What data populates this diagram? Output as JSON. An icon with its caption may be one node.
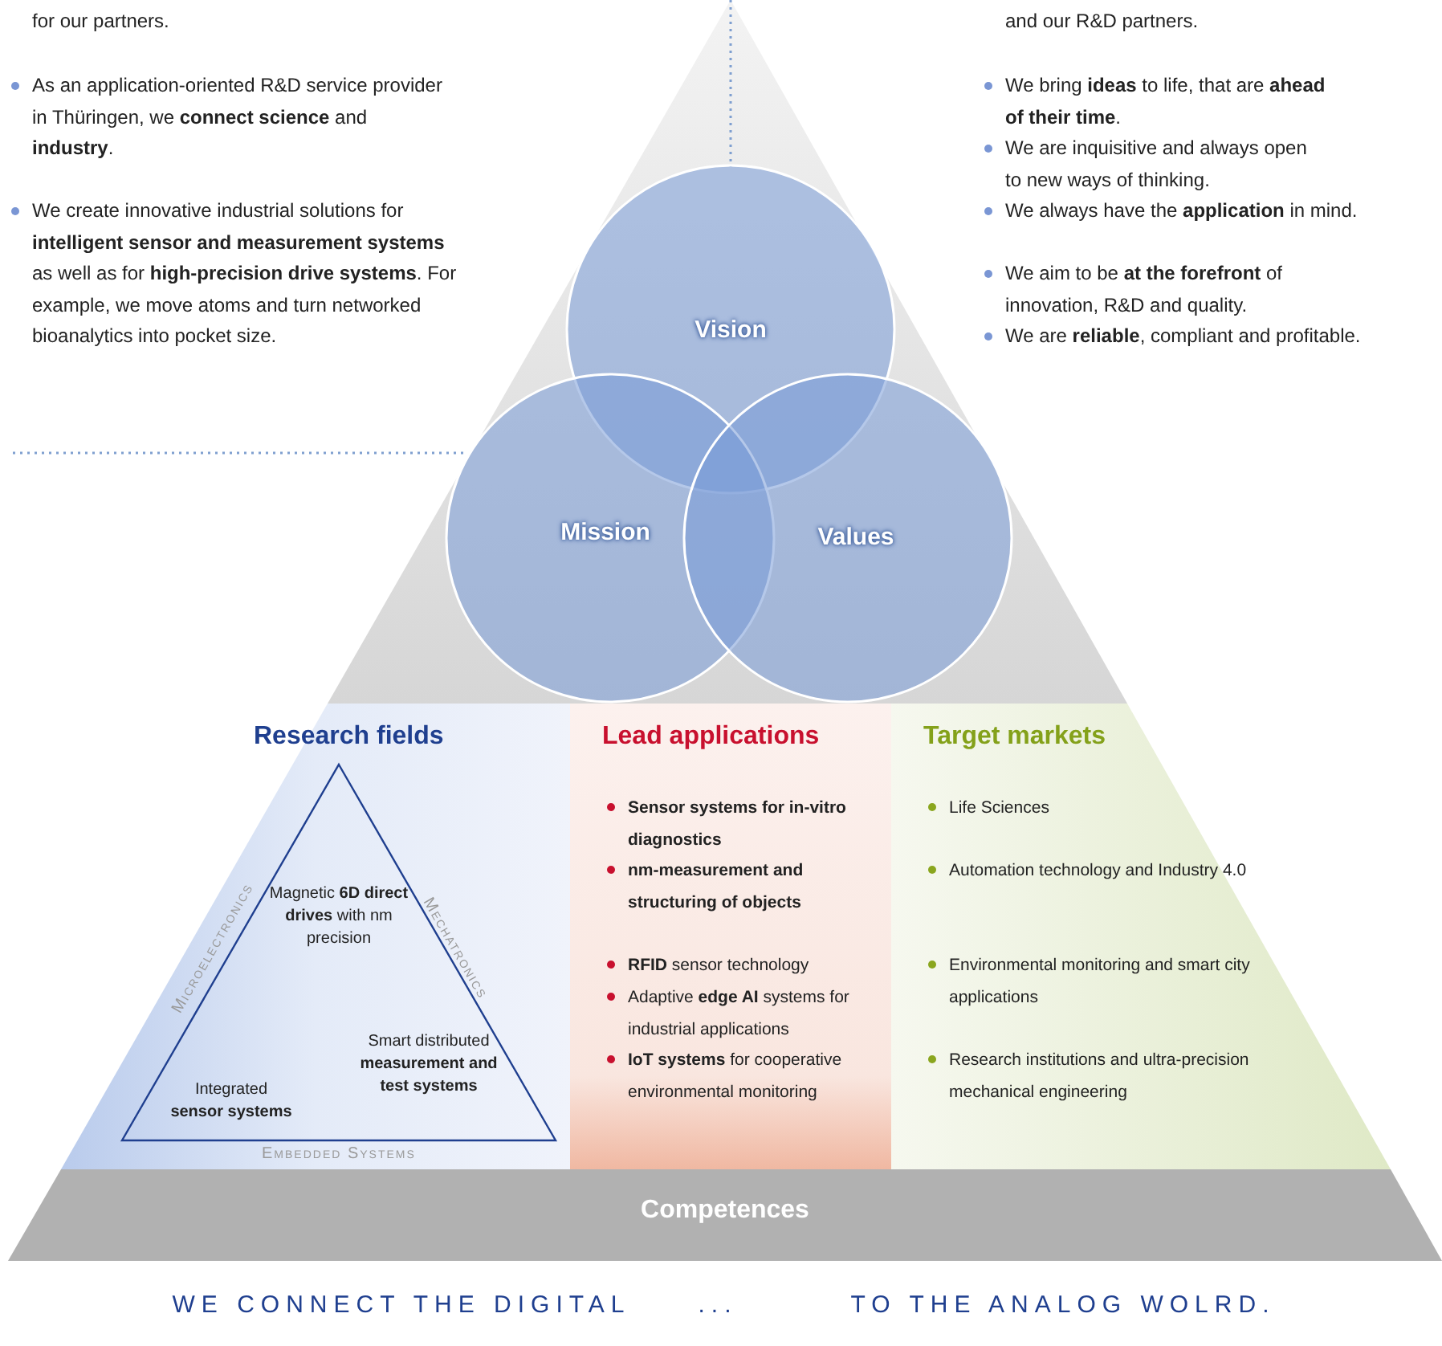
{
  "diagram": {
    "nodes": [
      {
        "text": [
          "Vision"
        ]
      },
      {
        "text": [
          "Mission"
        ]
      },
      {
        "text": [
          "Values"
        ]
      },
      {
        "text": [
          "Research fields"
        ]
      },
      {
        "text": [
          "Magnetic **6D direct drives** with nm precision",
          "Integrated **sensor systems**",
          "Smart distributed **measurement and test systems**"
        ],
        "in": 3,
        "beside": [
          "Microelectronics",
          "Mechatronics",
          "Embedded Systems"
        ]
      },
      {
        "text": [
          "Lead applications",
          "Sensor systems for in-vitro diagnostics",
          "nm-measurement and structuring of objects",
          "**RFID** sensor technology",
          "Adaptive **edge AI** systems for industrial applications",
          "**IoT systems** for cooperative environmental monitoring"
        ]
      },
      {
        "text": [
          "Target markets",
          "Life Sciences",
          "Automation technology and Industry 4.0",
          "Environmental monitoring and smart city applications",
          "Research institutions and ultra-precision mechanical engineering"
        ]
      },
      {
        "text": [
          "Competences"
        ]
      }
    ],
    "labels": [
      "for our partners.",
      "As an application-oriented R&D service provider in Thüringen, we **connect science** and **industry**.",
      "We create innovative industrial solutions for **intelligent sensor and measurement systems** as well as for **high-precision drive systems**. For example, we move atoms and turn networked bioanalytics into pocket size.",
      "and our R&D partners.",
      "We bring **ideas** to life, that are **ahead of their time**.",
      "We are inquisitive and always open to new ways of thinking.",
      "We always have the **application** in mind.",
      "We aim to be **at the forefront** of innovation, R&D and quality.",
      "We are **reliable**, compliant and profitable.",
      "WE CONNECT THE DIGITAL",
      "...",
      "TO THE ANALOG WOLRD."
    ]
  }
}
